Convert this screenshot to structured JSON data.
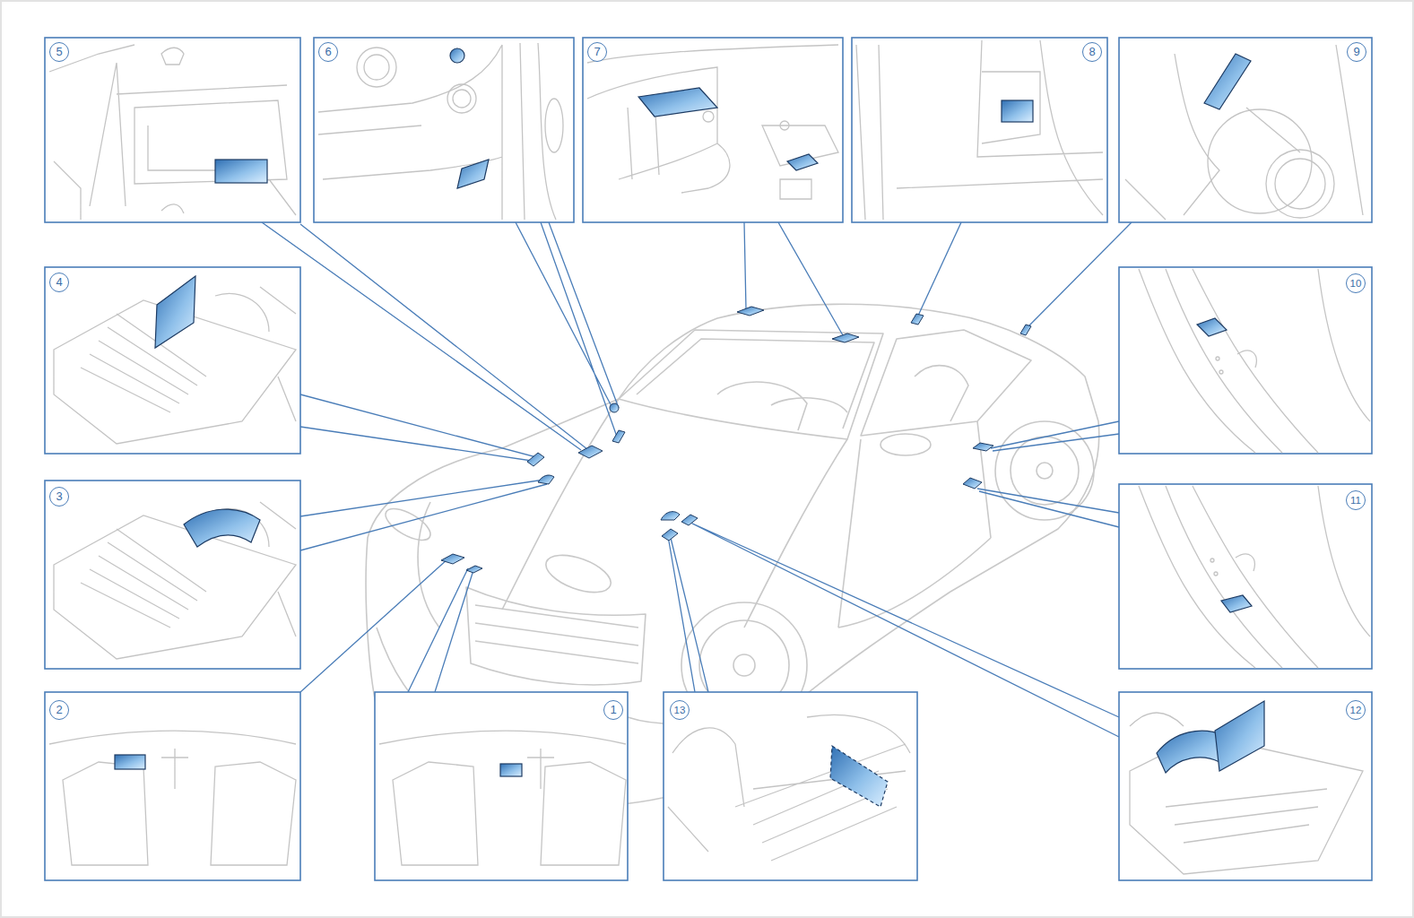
{
  "diagram": {
    "labels": [
      "5",
      "6",
      "7",
      "8",
      "9",
      "4",
      "10",
      "3",
      "11",
      "2",
      "1",
      "13",
      "12"
    ]
  }
}
